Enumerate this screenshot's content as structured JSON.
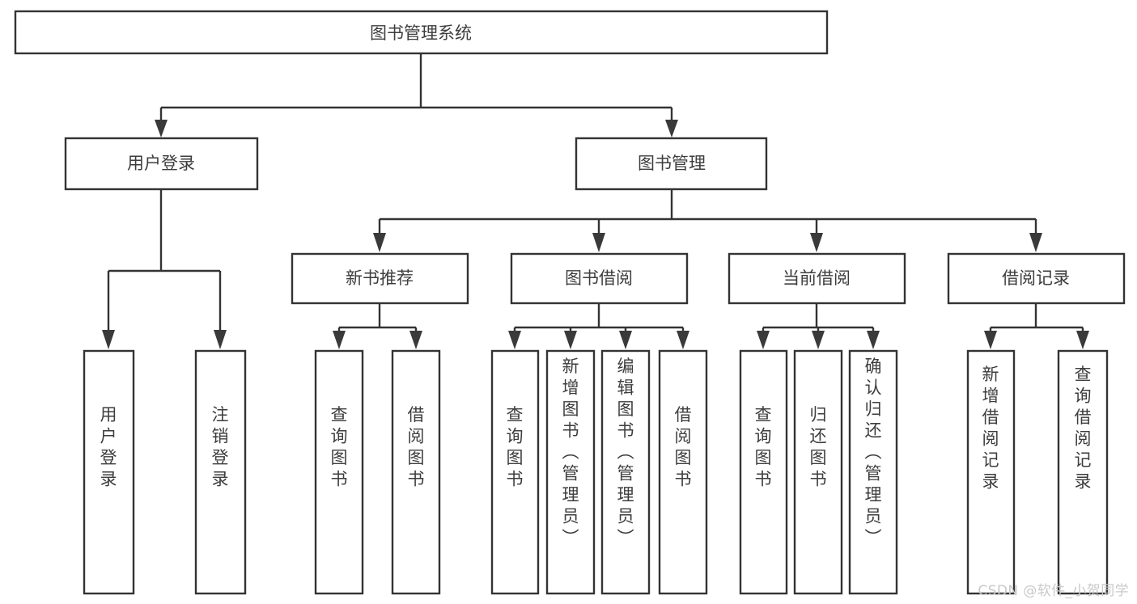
{
  "diagram": {
    "type": "tree-hierarchy",
    "orientation": "top-down",
    "root": {
      "id": "root",
      "label": "图书管理系统"
    },
    "level1": [
      {
        "id": "user-login",
        "label": "用户登录"
      },
      {
        "id": "book-manage",
        "label": "图书管理"
      }
    ],
    "level2": [
      {
        "id": "new-book-rec",
        "label": "新书推荐",
        "parent": "book-manage"
      },
      {
        "id": "book-borrow",
        "label": "图书借阅",
        "parent": "book-manage"
      },
      {
        "id": "current-borrow",
        "label": "当前借阅",
        "parent": "book-manage"
      },
      {
        "id": "borrow-record",
        "label": "借阅记录",
        "parent": "book-manage"
      }
    ],
    "leaves": [
      {
        "id": "leaf-user-login",
        "label": "用户登录",
        "parent": "user-login"
      },
      {
        "id": "leaf-logout",
        "label": "注销登录",
        "parent": "user-login"
      },
      {
        "id": "leaf-query-book-1",
        "label": "查询图书",
        "parent": "new-book-rec"
      },
      {
        "id": "leaf-borrow-book-1",
        "label": "借阅图书",
        "parent": "new-book-rec"
      },
      {
        "id": "leaf-query-book-2",
        "label": "查询图书",
        "parent": "book-borrow"
      },
      {
        "id": "leaf-add-book",
        "label": "新增图书（管理员）",
        "parent": "book-borrow"
      },
      {
        "id": "leaf-edit-book",
        "label": "编辑图书（管理员）",
        "parent": "book-borrow"
      },
      {
        "id": "leaf-borrow-book-2",
        "label": "借阅图书",
        "parent": "book-borrow"
      },
      {
        "id": "leaf-query-book-3",
        "label": "查询图书",
        "parent": "current-borrow"
      },
      {
        "id": "leaf-return-book",
        "label": "归还图书",
        "parent": "current-borrow"
      },
      {
        "id": "leaf-confirm-return",
        "label": "确认归还（管理员）",
        "parent": "current-borrow"
      },
      {
        "id": "leaf-add-record",
        "label": "新增借阅记录",
        "parent": "borrow-record"
      },
      {
        "id": "leaf-query-record",
        "label": "查询借阅记录",
        "parent": "borrow-record"
      }
    ]
  },
  "watermark": {
    "text": "CSDN @软件_小贺同学"
  },
  "colors": {
    "box_stroke": "#333333",
    "box_fill": "#ffffff",
    "text": "#3d3d3d",
    "connector": "#333333",
    "watermark": "#c9c9c9",
    "background": "#ffffff"
  }
}
